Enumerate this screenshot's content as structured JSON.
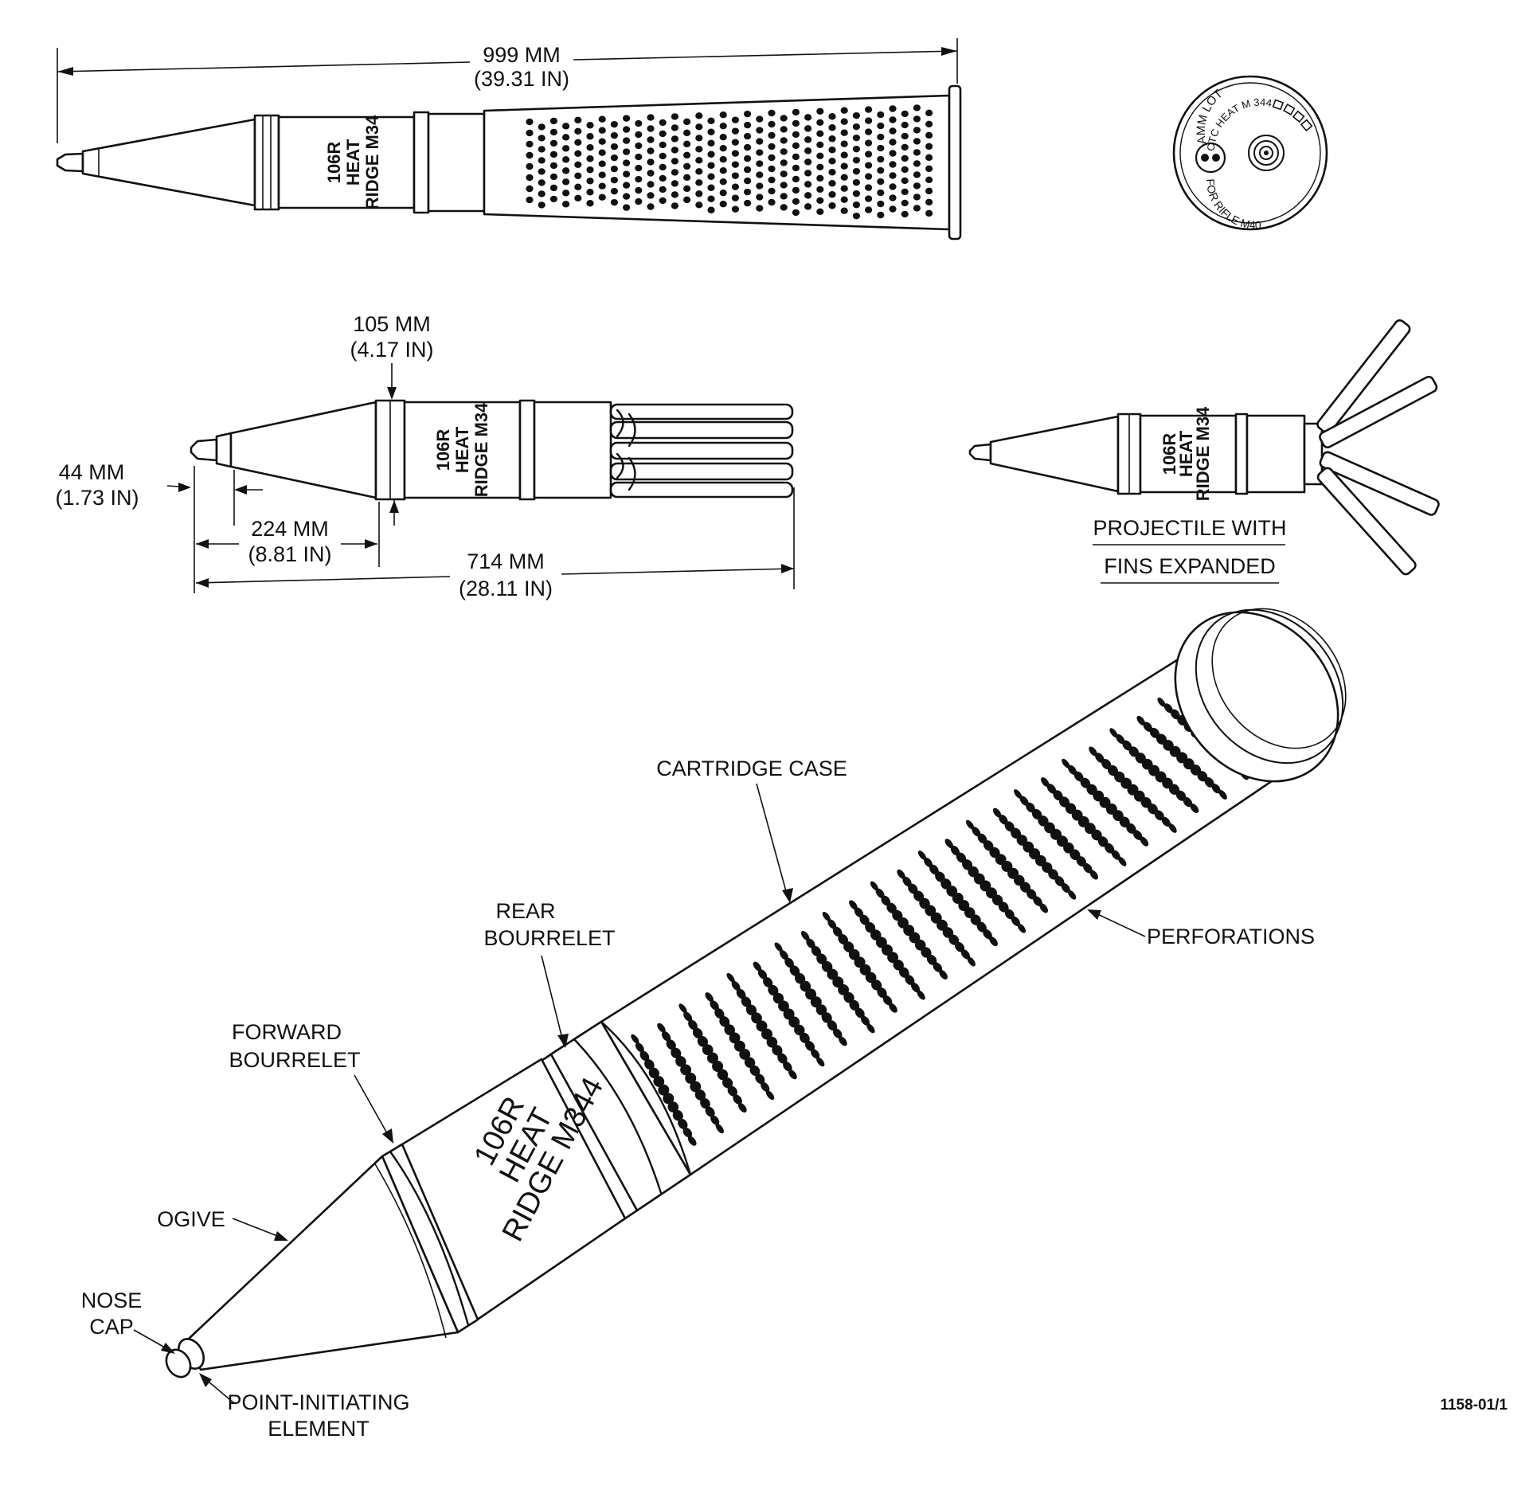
{
  "top_round": {
    "dimension": {
      "mm": "999 MM",
      "inches": "(39.31 IN)"
    },
    "stencil": [
      "106R",
      "HEAT",
      "RIDGE M34"
    ]
  },
  "base_view": {
    "ring_top": "AMM LOT ",
    "ring_mid": "CTC HEAT M 344",
    "ring_bottom": "FOR RIFLE M40"
  },
  "projectile": {
    "diameter": {
      "mm": "105 MM",
      "inches": "(4.17 IN)"
    },
    "nose_length": {
      "mm": "44 MM",
      "inches": "(1.73 IN)"
    },
    "ogive_length": {
      "mm": "224 MM",
      "inches": "(8.81 IN)"
    },
    "overall_length": {
      "mm": "714 MM",
      "inches": "(28.11 IN)"
    },
    "stencil": [
      "106R",
      "HEAT",
      "RIDGE M34"
    ]
  },
  "fins_view": {
    "stencil": [
      "106R",
      "HEAT",
      "RIDGE M34"
    ],
    "caption_line1": "PROJECTILE WITH",
    "caption_line2": "FINS EXPANDED"
  },
  "cutaway": {
    "stencil": [
      "106R",
      "HEAT",
      "RIDGE M344"
    ],
    "labels": {
      "cartridge_case": "CARTRIDGE CASE",
      "rear_bourrelet_1": "REAR",
      "rear_bourrelet_2": "BOURRELET",
      "perforations": "PERFORATIONS",
      "forward_bourrelet_1": "FORWARD",
      "forward_bourrelet_2": "BOURRELET",
      "ogive": "OGIVE",
      "nose_cap_1": "NOSE",
      "nose_cap_2": "CAP",
      "point_initiating_1": "POINT-INITIATING",
      "point_initiating_2": "ELEMENT"
    }
  },
  "figure_id": "1158-01/1"
}
